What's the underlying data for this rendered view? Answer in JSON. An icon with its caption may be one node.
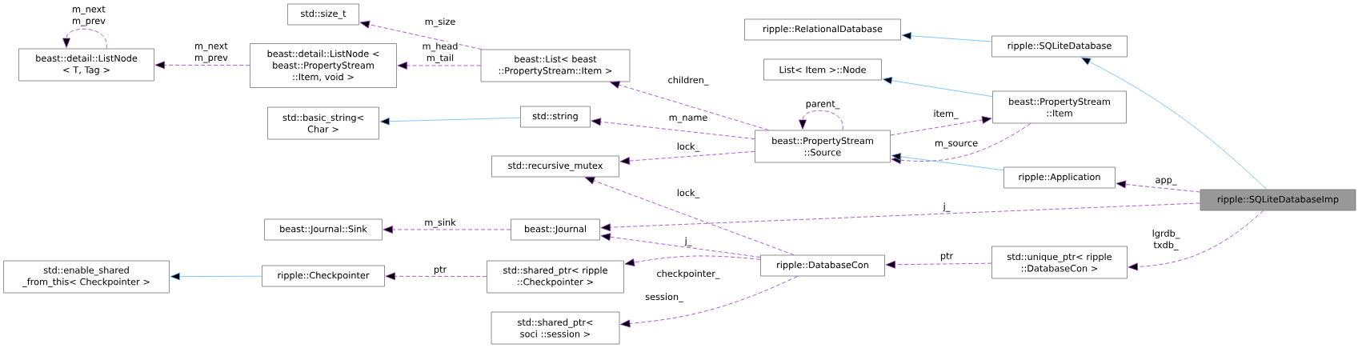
{
  "diagram": {
    "nodes": [
      {
        "text": [
          "beast::detail::ListNode < T, Tag >"
        ]
      },
      {
        "text": [
          "std::size_t"
        ]
      },
      {
        "text": [
          "beast::detail::ListNode < beast::PropertyStream ::Item, void >"
        ]
      },
      {
        "text": [
          "std::basic_string< Char >"
        ]
      },
      {
        "text": [
          "beast::Journal::Sink"
        ]
      },
      {
        "text": [
          "std::enable_shared _from_this< Checkpointer >"
        ]
      },
      {
        "text": [
          "ripple::Checkpointer"
        ]
      },
      {
        "text": [
          "beast::List< beast ::PropertyStream::Item >"
        ]
      },
      {
        "text": [
          "std::string"
        ]
      },
      {
        "text": [
          "std::recursive_mutex"
        ]
      },
      {
        "text": [
          "beast::Journal"
        ]
      },
      {
        "text": [
          "std::shared_ptr< ripple ::Checkpointer >"
        ]
      },
      {
        "text": [
          "std::shared_ptr< soci ::session >"
        ]
      },
      {
        "text": [
          "ripple::RelationalDatabase"
        ]
      },
      {
        "text": [
          "List< Item >::Node"
        ]
      },
      {
        "text": [
          "beast::PropertyStream ::Source"
        ]
      },
      {
        "text": [
          "ripple::DatabaseCon"
        ]
      },
      {
        "text": [
          "ripple::SQLiteDatabase"
        ]
      },
      {
        "text": [
          "beast::PropertyStream ::Item"
        ]
      },
      {
        "text": [
          "ripple::Application"
        ]
      },
      {
        "text": [
          "ripple::SQLiteDatabaseImp"
        ]
      },
      {
        "text": [
          "std::unique_ptr< ripple ::DatabaseCon >"
        ]
      }
    ],
    "edges": [
      {
        "from": 0,
        "to": 0,
        "arrow": "to",
        "label": "m_next m_prev",
        "style": "dashed"
      },
      {
        "from": 2,
        "to": 0,
        "arrow": "to",
        "label": "m_next m_prev",
        "style": "dashed"
      },
      {
        "from": 7,
        "to": 1,
        "arrow": "to",
        "label": "m_size",
        "style": "dashed"
      },
      {
        "from": 7,
        "to": 2,
        "arrow": "to",
        "label": "m_head m_tail",
        "style": "dashed"
      },
      {
        "from": 8,
        "to": 3,
        "arrow": "to",
        "color": "#63b8ff"
      },
      {
        "from": 10,
        "to": 4,
        "arrow": "to",
        "label": "m_sink",
        "style": "dashed"
      },
      {
        "from": 6,
        "to": 5,
        "arrow": "to",
        "color": "#63b8ff"
      },
      {
        "from": 11,
        "to": 6,
        "arrow": "to",
        "label": "ptr",
        "style": "dashed"
      },
      {
        "from": 15,
        "to": 7,
        "arrow": "to",
        "label": "children_",
        "style": "dashed"
      },
      {
        "from": 15,
        "to": 8,
        "arrow": "to",
        "label": "m_name",
        "style": "dashed"
      },
      {
        "from": 15,
        "to": 9,
        "arrow": "to",
        "label": "lock_",
        "style": "dashed"
      },
      {
        "from": 15,
        "to": 15,
        "arrow": "to",
        "label": "parent_",
        "style": "dashed"
      },
      {
        "from": 15,
        "to": 18,
        "arrow": "to",
        "label": "item_",
        "style": "dashed"
      },
      {
        "from": 18,
        "to": 15,
        "arrow": "to",
        "label": "m_source",
        "style": "dashed"
      },
      {
        "from": 16,
        "to": 9,
        "arrow": "to",
        "label": "lock_",
        "style": "dashed"
      },
      {
        "from": 16,
        "to": 10,
        "arrow": "to",
        "label": "j_",
        "style": "dashed"
      },
      {
        "from": 16,
        "to": 11,
        "arrow": "to",
        "label": "checkpointer_",
        "style": "dashed"
      },
      {
        "from": 16,
        "to": 12,
        "arrow": "to",
        "label": "session_",
        "style": "dashed"
      },
      {
        "from": 17,
        "to": 13,
        "arrow": "to",
        "color": "#63b8ff"
      },
      {
        "from": 18,
        "to": 14,
        "arrow": "to",
        "color": "#63b8ff"
      },
      {
        "from": 19,
        "to": 15,
        "arrow": "to",
        "color": "#63b8ff"
      },
      {
        "from": 20,
        "to": 17,
        "arrow": "to",
        "color": "#63b8ff"
      },
      {
        "from": 20,
        "to": 19,
        "arrow": "to",
        "label": "app_",
        "style": "dashed"
      },
      {
        "from": 20,
        "to": 10,
        "arrow": "to",
        "label": "j_",
        "style": "dashed"
      },
      {
        "from": 20,
        "to": 21,
        "arrow": "to",
        "label": "lgrdb_ txdb_",
        "style": "dashed"
      },
      {
        "from": 21,
        "to": 16,
        "arrow": "to",
        "label": "ptr",
        "style": "dashed"
      }
    ]
  }
}
